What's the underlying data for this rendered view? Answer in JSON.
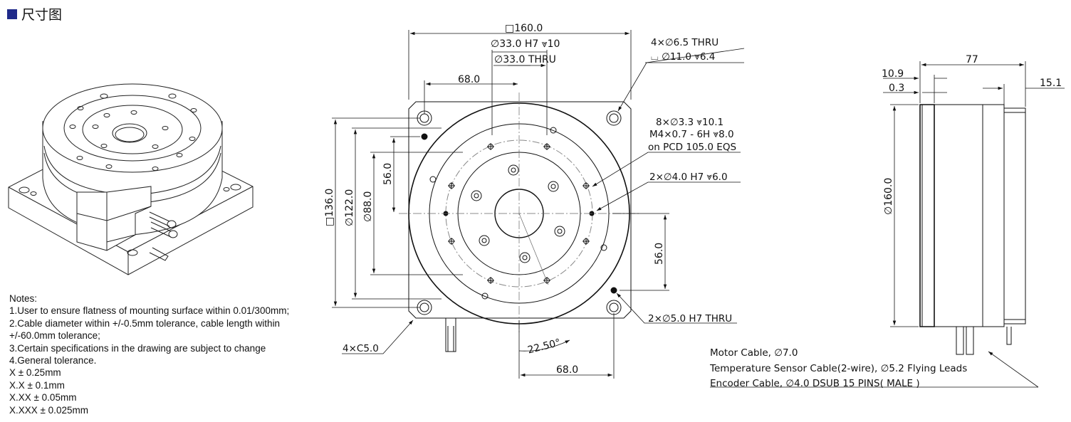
{
  "header": {
    "title": "尺寸图",
    "accent_color": "#1f2a8a"
  },
  "notes": {
    "heading": "Notes:",
    "lines": [
      "1.User to ensure flatness of mounting surface within 0.01/300mm;",
      "2.Cable diameter within +/-0.5mm tolerance, cable length within",
      "+/-60.0mm tolerance;",
      "3.Certain specifications in the drawing are subject to change",
      "4.General tolerance.",
      "X ± 0.25mm",
      "X.X ± 0.1mm",
      "X.XX ± 0.05mm",
      "X.XXX ± 0.025mm"
    ]
  },
  "front_view": {
    "dim_square_width": "□160.0",
    "callout_bore_h7": "∅33.0 H7 ⩔10",
    "callout_bore_thru": "∅33.0 THRU",
    "dim_top_offset": "68.0",
    "callout_mount_line1": "4×∅6.5 THRU",
    "callout_mount_line2": "⌴ ∅11.0 ⩔6.4",
    "callout_tapped_line1": "8×∅3.3 ⩔10.1",
    "callout_tapped_line2": "M4×0.7 - 6H ⩔8.0",
    "callout_tapped_line3": "on PCD 105.0 EQS",
    "callout_pin_h7": "2×∅4.0 H7  ⩔6.0",
    "dim_square_height": "□136.0",
    "dim_dia_122": "∅122.0",
    "dim_dia_88": "∅88.0",
    "dim_left_56": "56.0",
    "dim_right_56": "56.0",
    "callout_pin_thru": "2×∅5.0 H7 THRU",
    "callout_chamfer": "4×C5.0",
    "dim_angle": "22.50°",
    "dim_bottom_offset": "68.0"
  },
  "side_view": {
    "dim_length": "77",
    "dim_flange": "10.9",
    "dim_gap": "0.3",
    "dim_cable_end": "15.1",
    "dim_diameter": "∅160.0",
    "cables": [
      "Motor Cable, ∅7.0",
      "Temperature Sensor Cable(2-wire), ∅5.2 Flying Leads",
      "Encoder Cable, ∅4.0 DSUB 15 PINS( MALE )"
    ]
  }
}
